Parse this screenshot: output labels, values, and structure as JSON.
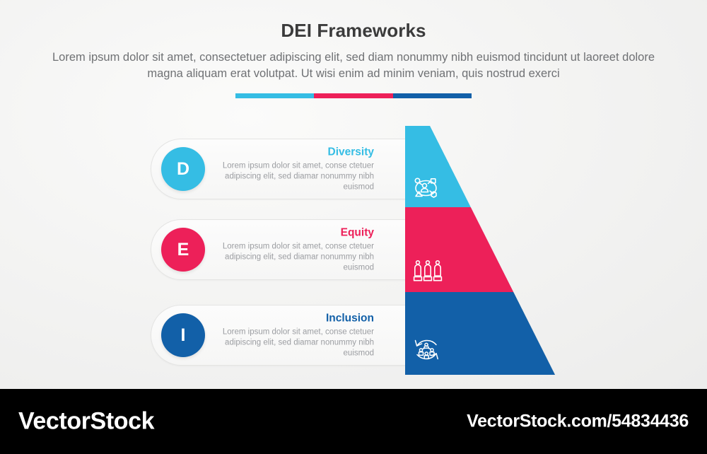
{
  "header": {
    "title": "DEI Frameworks",
    "subtitle": "Lorem ipsum dolor sit amet, consectetuer adipiscing elit, sed diam nonummy nibh euismod tincidunt ut laoreet dolore magna aliquam erat volutpat. Ut wisi enim ad minim veniam, quis nostrud exerci"
  },
  "colors": {
    "diversity": "#35bde4",
    "equity": "#ed2059",
    "inclusion": "#1260a8",
    "diversity_shade": "#2a9fc4",
    "equity_shade": "#c4134a",
    "inclusion_shade": "#0d4d8a",
    "title": "#3b3b3b",
    "body": "#9b9da1"
  },
  "accent_bar": {
    "segments": [
      "#35bde4",
      "#ed2059",
      "#1260a8"
    ]
  },
  "items": [
    {
      "letter": "D",
      "title": "Diversity",
      "desc": "Lorem ipsum dolor sit amet, conse ctetuer adipiscing elit, sed diamar nonummy nibh euismod",
      "color": "#35bde4",
      "icon": "people-network-icon"
    },
    {
      "letter": "E",
      "title": "Equity",
      "desc": "Lorem ipsum dolor sit amet, conse ctetuer adipiscing elit, sed diamar nonummy nibh euismod",
      "color": "#ed2059",
      "icon": "people-on-boxes-icon"
    },
    {
      "letter": "I",
      "title": "Inclusion",
      "desc": "Lorem ipsum dolor sit amet, conse ctetuer adipiscing elit, sed diamar nonummy nibh euismod",
      "color": "#1260a8",
      "icon": "people-circular-arrows-icon"
    }
  ],
  "watermark": {
    "brand": "VectorStock",
    "url": "VectorStock.com/54834436"
  }
}
